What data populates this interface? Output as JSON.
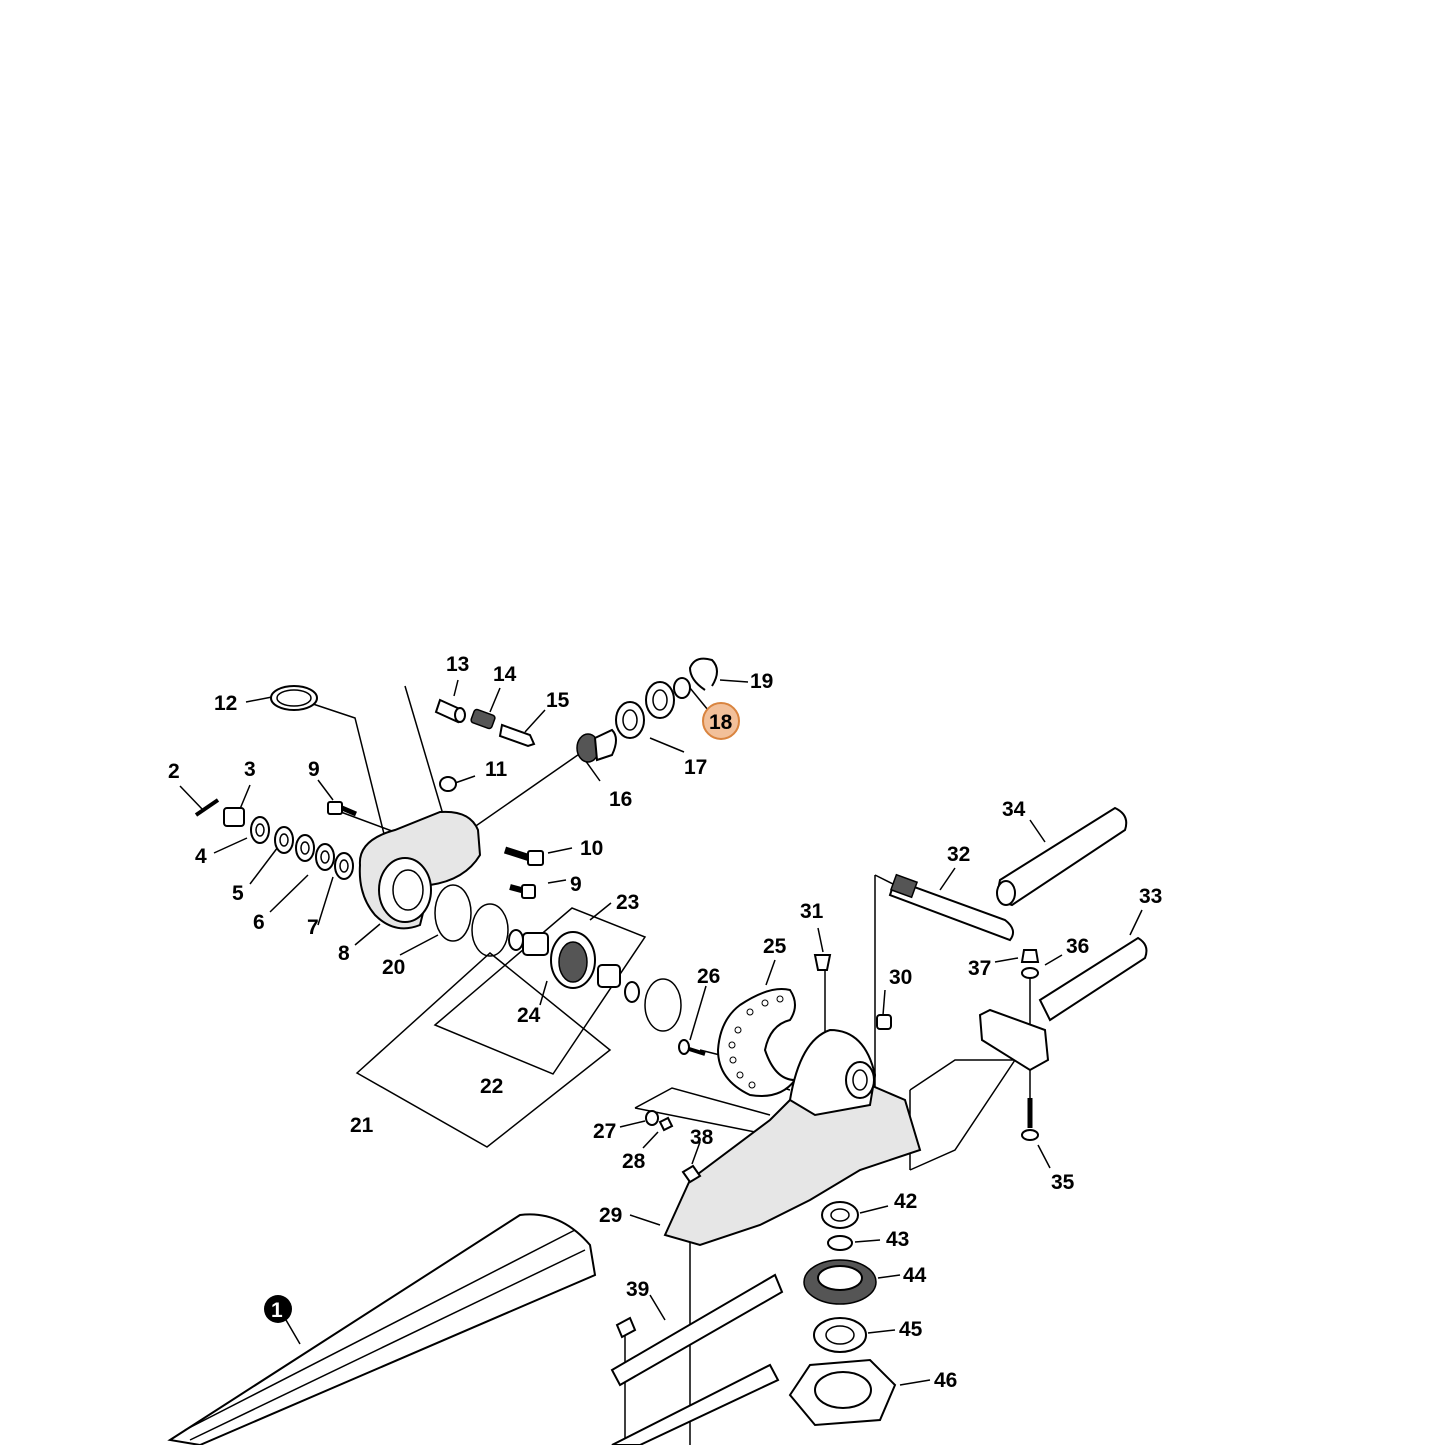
{
  "diagram": {
    "highlight_color": "#f2c09a",
    "highlight_stroke": "#d9843f",
    "callouts": [
      {
        "id": "c1",
        "label": "1",
        "style": "filled"
      },
      {
        "id": "c2",
        "label": "2"
      },
      {
        "id": "c3",
        "label": "3"
      },
      {
        "id": "c4",
        "label": "4"
      },
      {
        "id": "c5",
        "label": "5"
      },
      {
        "id": "c6",
        "label": "6"
      },
      {
        "id": "c7",
        "label": "7"
      },
      {
        "id": "c8",
        "label": "8"
      },
      {
        "id": "c9a",
        "label": "9"
      },
      {
        "id": "c9b",
        "label": "9"
      },
      {
        "id": "c10",
        "label": "10"
      },
      {
        "id": "c11",
        "label": "11"
      },
      {
        "id": "c12",
        "label": "12"
      },
      {
        "id": "c13",
        "label": "13"
      },
      {
        "id": "c14",
        "label": "14"
      },
      {
        "id": "c15",
        "label": "15"
      },
      {
        "id": "c16",
        "label": "16"
      },
      {
        "id": "c17",
        "label": "17"
      },
      {
        "id": "c18",
        "label": "18",
        "style": "highlighted"
      },
      {
        "id": "c19",
        "label": "19"
      },
      {
        "id": "c20",
        "label": "20"
      },
      {
        "id": "c21",
        "label": "21"
      },
      {
        "id": "c22",
        "label": "22"
      },
      {
        "id": "c23",
        "label": "23"
      },
      {
        "id": "c24",
        "label": "24"
      },
      {
        "id": "c25",
        "label": "25"
      },
      {
        "id": "c26",
        "label": "26"
      },
      {
        "id": "c27",
        "label": "27"
      },
      {
        "id": "c28",
        "label": "28"
      },
      {
        "id": "c29",
        "label": "29"
      },
      {
        "id": "c30",
        "label": "30"
      },
      {
        "id": "c31",
        "label": "31"
      },
      {
        "id": "c32",
        "label": "32"
      },
      {
        "id": "c33",
        "label": "33"
      },
      {
        "id": "c34",
        "label": "34"
      },
      {
        "id": "c35",
        "label": "35"
      },
      {
        "id": "c36",
        "label": "36"
      },
      {
        "id": "c37",
        "label": "37"
      },
      {
        "id": "c38",
        "label": "38"
      },
      {
        "id": "c39",
        "label": "39"
      },
      {
        "id": "c42",
        "label": "42"
      },
      {
        "id": "c43",
        "label": "43"
      },
      {
        "id": "c44",
        "label": "44"
      },
      {
        "id": "c45",
        "label": "45"
      },
      {
        "id": "c46",
        "label": "46"
      }
    ]
  }
}
